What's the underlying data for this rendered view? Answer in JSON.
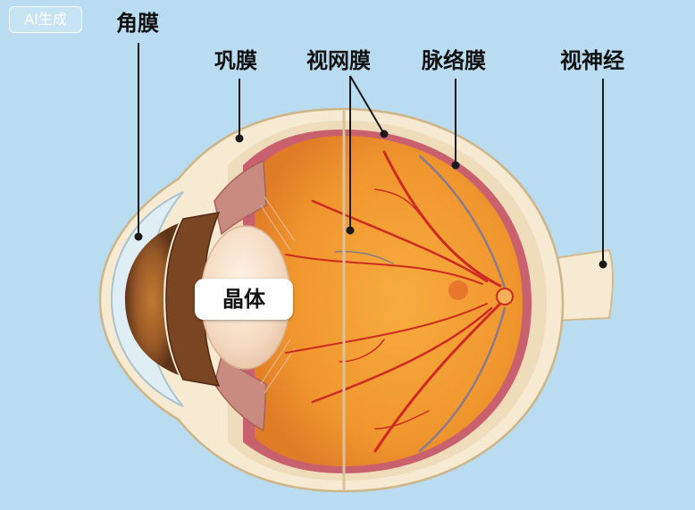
{
  "badge": "AI生成",
  "labels": {
    "cornea": "角膜",
    "sclera": "巩膜",
    "retina": "视网膜",
    "choroid": "脉络膜",
    "optic_nerve": "视神经",
    "lens": "晶体"
  },
  "colors": {
    "background": "#b9dcf0",
    "sclera": "#f6ead2",
    "retina": "#f0962e",
    "choroid": "#c9606e",
    "vessel": "#cc2a22",
    "vein": "#8a7a8c",
    "iris": "#7a4522",
    "lens": "#f3d9c0"
  }
}
